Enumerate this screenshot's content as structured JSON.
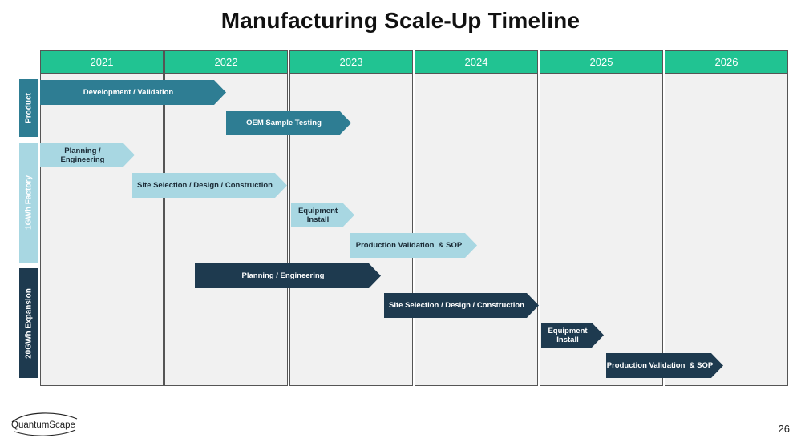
{
  "title": "Manufacturing Scale-Up Timeline",
  "years": [
    "2021",
    "2022",
    "2023",
    "2024",
    "2025",
    "2026"
  ],
  "rows": [
    {
      "label": "Product",
      "color": "#2e7d93"
    },
    {
      "label": "1GWh Factory",
      "color": "#a8d7e2"
    },
    {
      "label": "20GWh Expansion",
      "color": "#1e3a4f"
    }
  ],
  "bars": [
    {
      "label": "Development / Validation",
      "row": "Product"
    },
    {
      "label": "OEM Sample Testing",
      "row": "Product"
    },
    {
      "label": "Planning / Engineering",
      "row": "1GWh Factory"
    },
    {
      "label": "Site Selection / Design / Construction",
      "row": "1GWh Factory"
    },
    {
      "label": "Equipment Install",
      "row": "1GWh Factory"
    },
    {
      "label": "Production Validation  & SOP",
      "row": "1GWh Factory"
    },
    {
      "label": "Planning / Engineering",
      "row": "20GWh Expansion"
    },
    {
      "label": "Site Selection / Design / Construction",
      "row": "20GWh Expansion"
    },
    {
      "label": "Equipment Install",
      "row": "20GWh Expansion"
    },
    {
      "label": "Production Validation  & SOP",
      "row": "20GWh Expansion"
    }
  ],
  "logo": {
    "text": "QuantumScape"
  },
  "page_number": "26"
}
